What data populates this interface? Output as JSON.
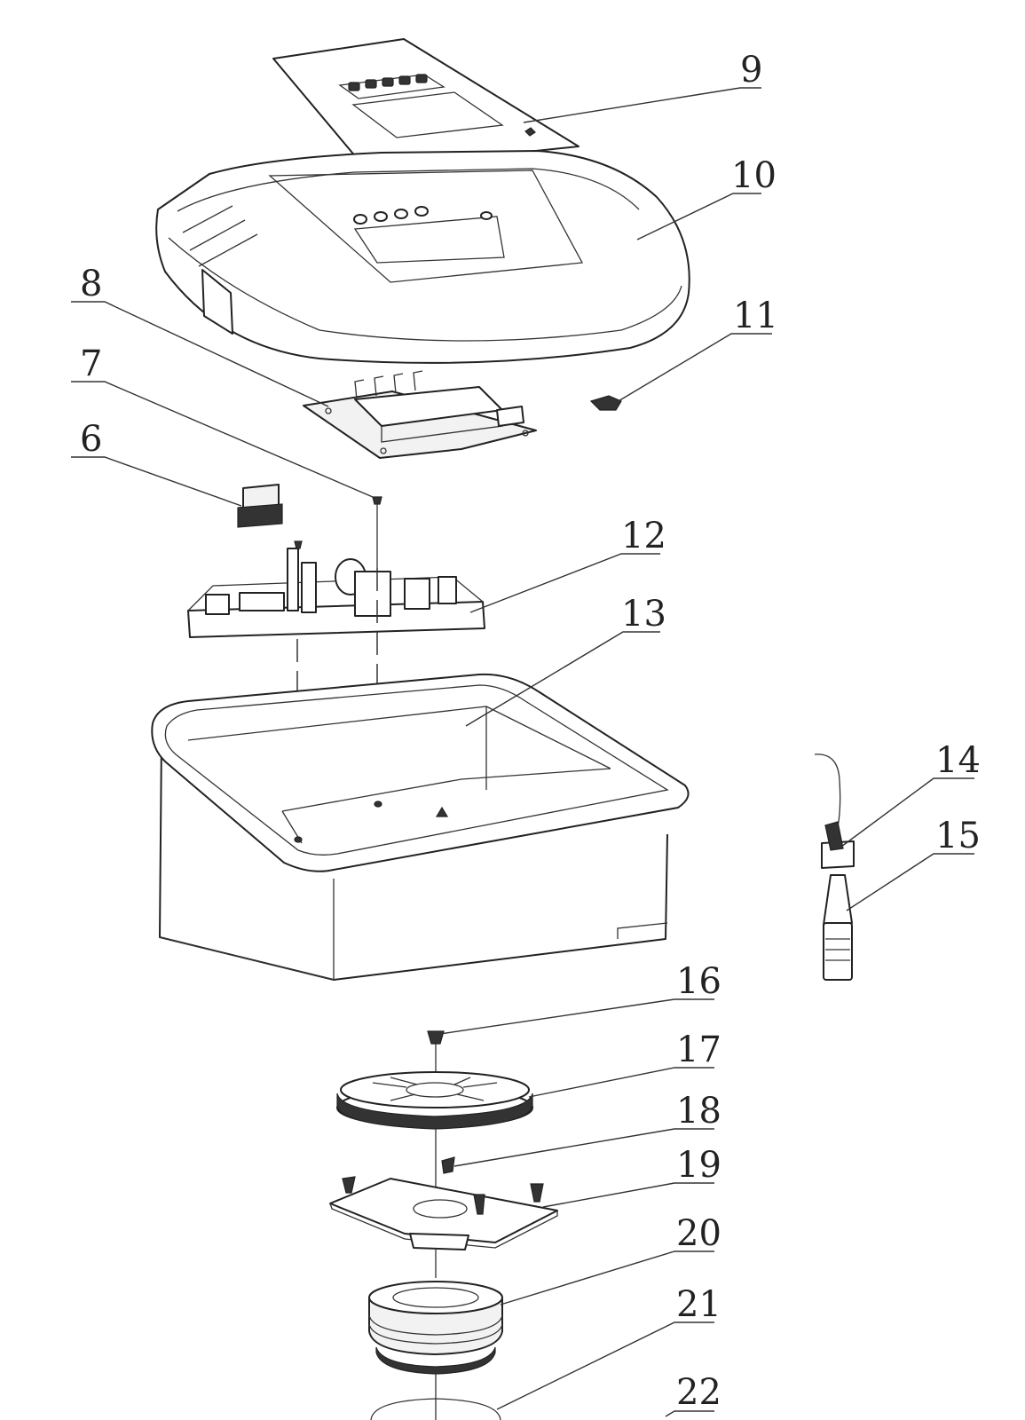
{
  "callouts": [
    {
      "id": "9",
      "label": "9"
    },
    {
      "id": "10",
      "label": "10"
    },
    {
      "id": "8",
      "label": "8"
    },
    {
      "id": "11",
      "label": "11"
    },
    {
      "id": "7",
      "label": "7"
    },
    {
      "id": "6",
      "label": "6"
    },
    {
      "id": "12",
      "label": "12"
    },
    {
      "id": "13",
      "label": "13"
    },
    {
      "id": "14",
      "label": "14"
    },
    {
      "id": "15",
      "label": "15"
    },
    {
      "id": "16",
      "label": "16"
    },
    {
      "id": "17",
      "label": "17"
    },
    {
      "id": "18",
      "label": "18"
    },
    {
      "id": "19",
      "label": "19"
    },
    {
      "id": "20",
      "label": "20"
    },
    {
      "id": "21",
      "label": "21"
    },
    {
      "id": "22",
      "label": "22"
    }
  ],
  "colors": {
    "line": "#222222",
    "background": "#ffffff",
    "shade": "#f2f2f2"
  }
}
